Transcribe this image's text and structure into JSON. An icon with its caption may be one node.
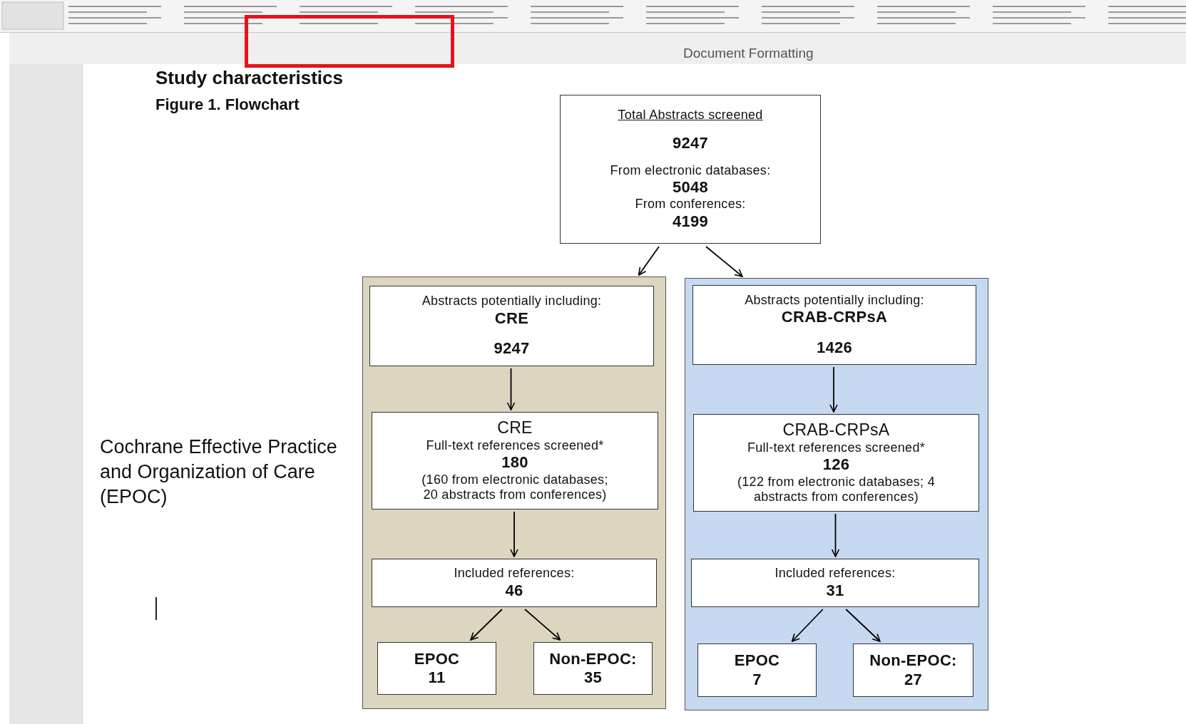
{
  "diagram": {
    "title": "Figure 1. Flowchart",
    "nodes": [
      {
        "text": [
          "Total Abstracts screened",
          "9247",
          "From electronic databases:",
          "5048",
          "From conferences:",
          "4199"
        ]
      },
      {
        "text": [],
        "shape": "box"
      },
      {
        "text": [
          "Abstracts potentially including:",
          "CRE",
          "9247"
        ],
        "in": 1
      },
      {
        "text": [
          "CRE",
          "Full-text references screened*",
          "180",
          "(160 from electronic databases; 20 abstracts from conferences)"
        ],
        "in": 1
      },
      {
        "text": [
          "Included references:",
          "46"
        ],
        "in": 1
      },
      {
        "text": [
          "EPOC",
          "11"
        ],
        "in": 1
      },
      {
        "text": [
          "Non-EPOC:",
          "35"
        ],
        "in": 1
      },
      {
        "text": [],
        "shape": "box"
      },
      {
        "text": [
          "Abstracts potentially including:",
          "CRAB-CRPsA",
          "1426"
        ],
        "in": 7
      },
      {
        "text": [
          "CRAB-CRPsA",
          "Full-text references screened*",
          "126",
          "(122 from electronic databases; 4 abstracts from conferences)"
        ],
        "in": 7
      },
      {
        "text": [
          "Included references:",
          "31"
        ],
        "in": 7
      },
      {
        "text": [
          "EPOC",
          "7"
        ],
        "in": 7
      },
      {
        "text": [
          "Non-EPOC:",
          "27"
        ],
        "in": 7
      }
    ],
    "edges": [
      {
        "from": 0,
        "to": 1,
        "arrow": "to"
      },
      {
        "from": 0,
        "to": 7,
        "arrow": "to"
      },
      {
        "from": 2,
        "to": 3,
        "arrow": "to"
      },
      {
        "from": 3,
        "to": 4,
        "arrow": "to"
      },
      {
        "from": 4,
        "to": 5,
        "arrow": "to"
      },
      {
        "from": 4,
        "to": 6,
        "arrow": "to"
      },
      {
        "from": 8,
        "to": 9,
        "arrow": "to"
      },
      {
        "from": 9,
        "to": 10,
        "arrow": "to"
      },
      {
        "from": 10,
        "to": 11,
        "arrow": "to"
      },
      {
        "from": 10,
        "to": 12,
        "arrow": "to"
      }
    ],
    "labels": [
      "Document Formatting",
      "Study characteristics",
      "Cochrane Effective Practice and Organization  of Care (EPOC)"
    ]
  }
}
